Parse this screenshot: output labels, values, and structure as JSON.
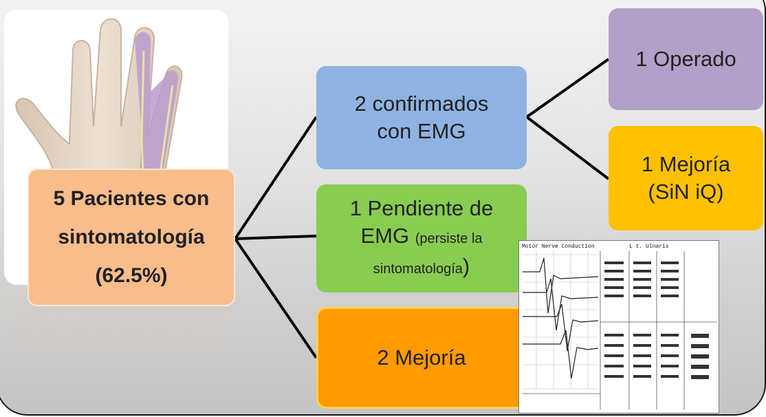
{
  "diagram": {
    "root": {
      "line1": "5 Pacientes con",
      "line2": "sintomatología",
      "line3": "(62.5%)"
    },
    "confirmed": {
      "line1": "2 confirmados",
      "line2": "con EMG"
    },
    "pending": {
      "line1": "1 Pendiente de",
      "line2_main": "EMG ",
      "line2_small": "(persiste la",
      "line3_small": "sintomatología",
      "line3_main": ")"
    },
    "improved": "2 Mejoría",
    "operated": "1 Operado",
    "improved_no_iq": {
      "line1": "1 Mejoría",
      "line2": "(SiN iQ)"
    }
  },
  "colors": {
    "title_bar": "#ee1111",
    "root_box": "#f9bd8c",
    "confirmed_box": "#8eb3e2",
    "operated_box": "#b3a0c8",
    "improved_no_iq_box": "#ffc000",
    "pending_box": "#88cc50",
    "improved_box": "#ff9a00"
  },
  "emg_report": {
    "header_left": "Motor Nerve Conduction",
    "header_right": "L t. Ulnaris"
  }
}
